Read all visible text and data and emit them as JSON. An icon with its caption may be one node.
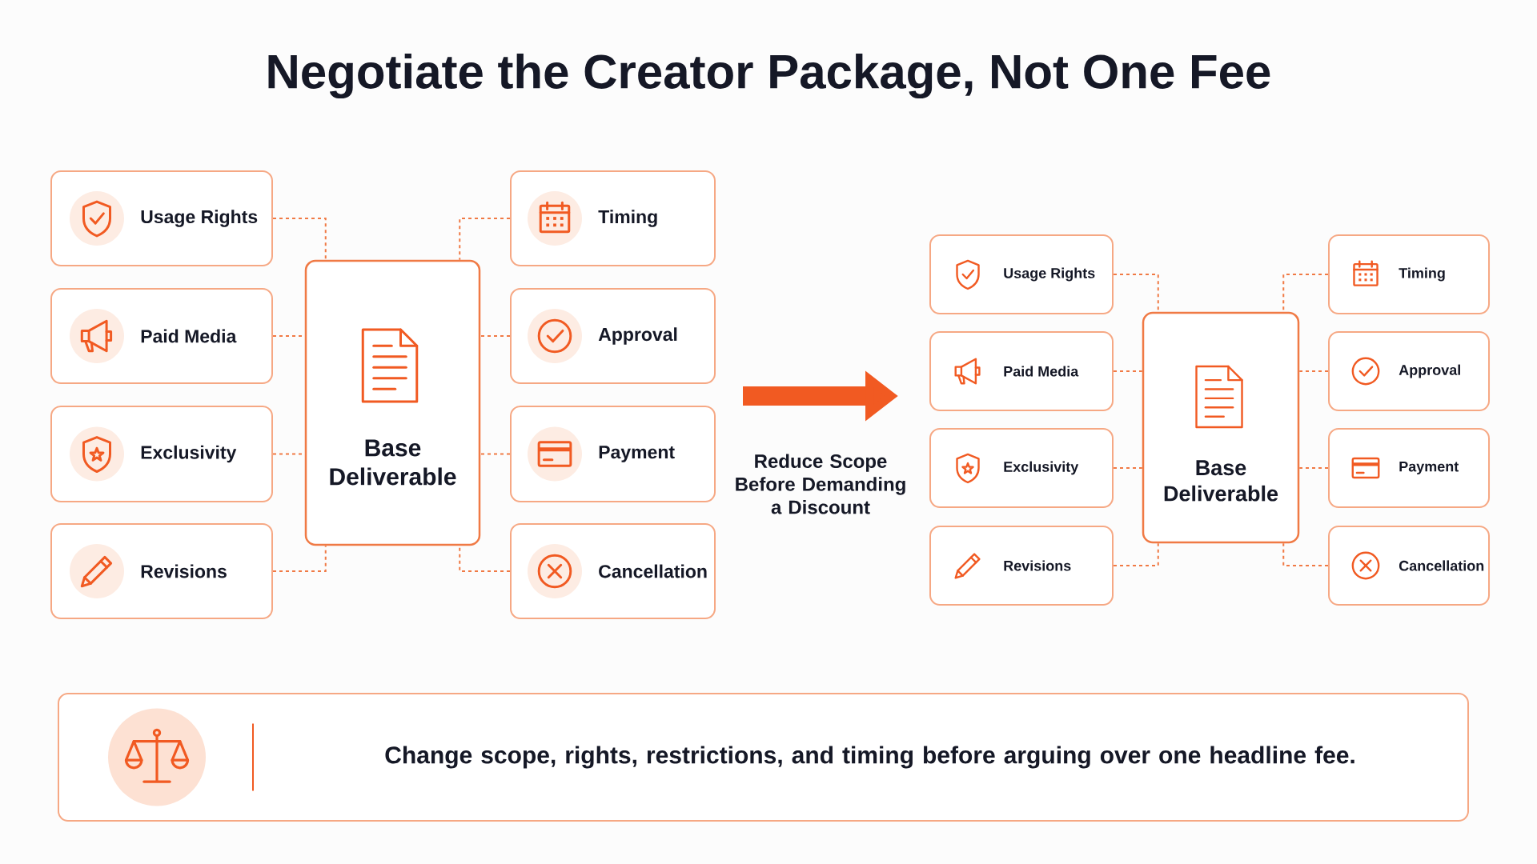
{
  "diagram": {
    "title": "Negotiate the Creator Package, Not One Fee",
    "nodes": [
      {
        "text": [
          "Usage Rights"
        ]
      },
      {
        "text": [
          "Paid Media"
        ]
      },
      {
        "text": [
          "Exclusivity"
        ]
      },
      {
        "text": [
          "Revisions"
        ]
      },
      {
        "text": [
          "Base Deliverable"
        ]
      },
      {
        "text": [
          "Timing"
        ]
      },
      {
        "text": [
          "Approval"
        ]
      },
      {
        "text": [
          "Payment"
        ]
      },
      {
        "text": [
          "Cancellation"
        ]
      },
      {
        "text": [
          "Usage Rights"
        ]
      },
      {
        "text": [
          "Paid Media"
        ]
      },
      {
        "text": [
          "Exclusivity"
        ]
      },
      {
        "text": [
          "Revisions"
        ]
      },
      {
        "text": [
          "Base Deliverable"
        ]
      },
      {
        "text": [
          "Timing"
        ]
      },
      {
        "text": [
          "Approval"
        ]
      },
      {
        "text": [
          "Payment"
        ]
      },
      {
        "text": [
          "Cancellation"
        ]
      },
      {
        "text": [
          "Change scope, rights, restrictions, and timing before arguing over one headline fee."
        ]
      }
    ],
    "edges": [
      {
        "from": 0,
        "to": 4,
        "arrow": "none",
        "style": "dashed"
      },
      {
        "from": 1,
        "to": 4,
        "arrow": "none",
        "style": "dashed"
      },
      {
        "from": 2,
        "to": 4,
        "arrow": "none",
        "style": "dashed"
      },
      {
        "from": 3,
        "to": 4,
        "arrow": "none",
        "style": "dashed"
      },
      {
        "from": 5,
        "to": 4,
        "arrow": "none",
        "style": "dashed"
      },
      {
        "from": 6,
        "to": 4,
        "arrow": "none",
        "style": "dashed"
      },
      {
        "from": 7,
        "to": 4,
        "arrow": "none",
        "style": "dashed"
      },
      {
        "from": 8,
        "to": 4,
        "arrow": "none",
        "style": "dashed"
      },
      {
        "from": 9,
        "to": 13,
        "arrow": "none",
        "style": "dashed"
      },
      {
        "from": 10,
        "to": 13,
        "arrow": "none",
        "style": "dashed"
      },
      {
        "from": 11,
        "to": 13,
        "arrow": "none",
        "style": "dashed"
      },
      {
        "from": 12,
        "to": 13,
        "arrow": "none",
        "style": "dashed"
      },
      {
        "from": 14,
        "to": 13,
        "arrow": "none",
        "style": "dashed"
      },
      {
        "from": 15,
        "to": 13,
        "arrow": "none",
        "style": "dashed"
      },
      {
        "from": 16,
        "to": 13,
        "arrow": "none",
        "style": "dashed"
      },
      {
        "from": 17,
        "to": 13,
        "arrow": "none",
        "style": "dashed"
      },
      {
        "from": 7,
        "to": 10,
        "arrow": "to",
        "style": "thick",
        "color": "#f15a22",
        "label": "Reduce Scope Before Demanding a Discount"
      }
    ]
  }
}
